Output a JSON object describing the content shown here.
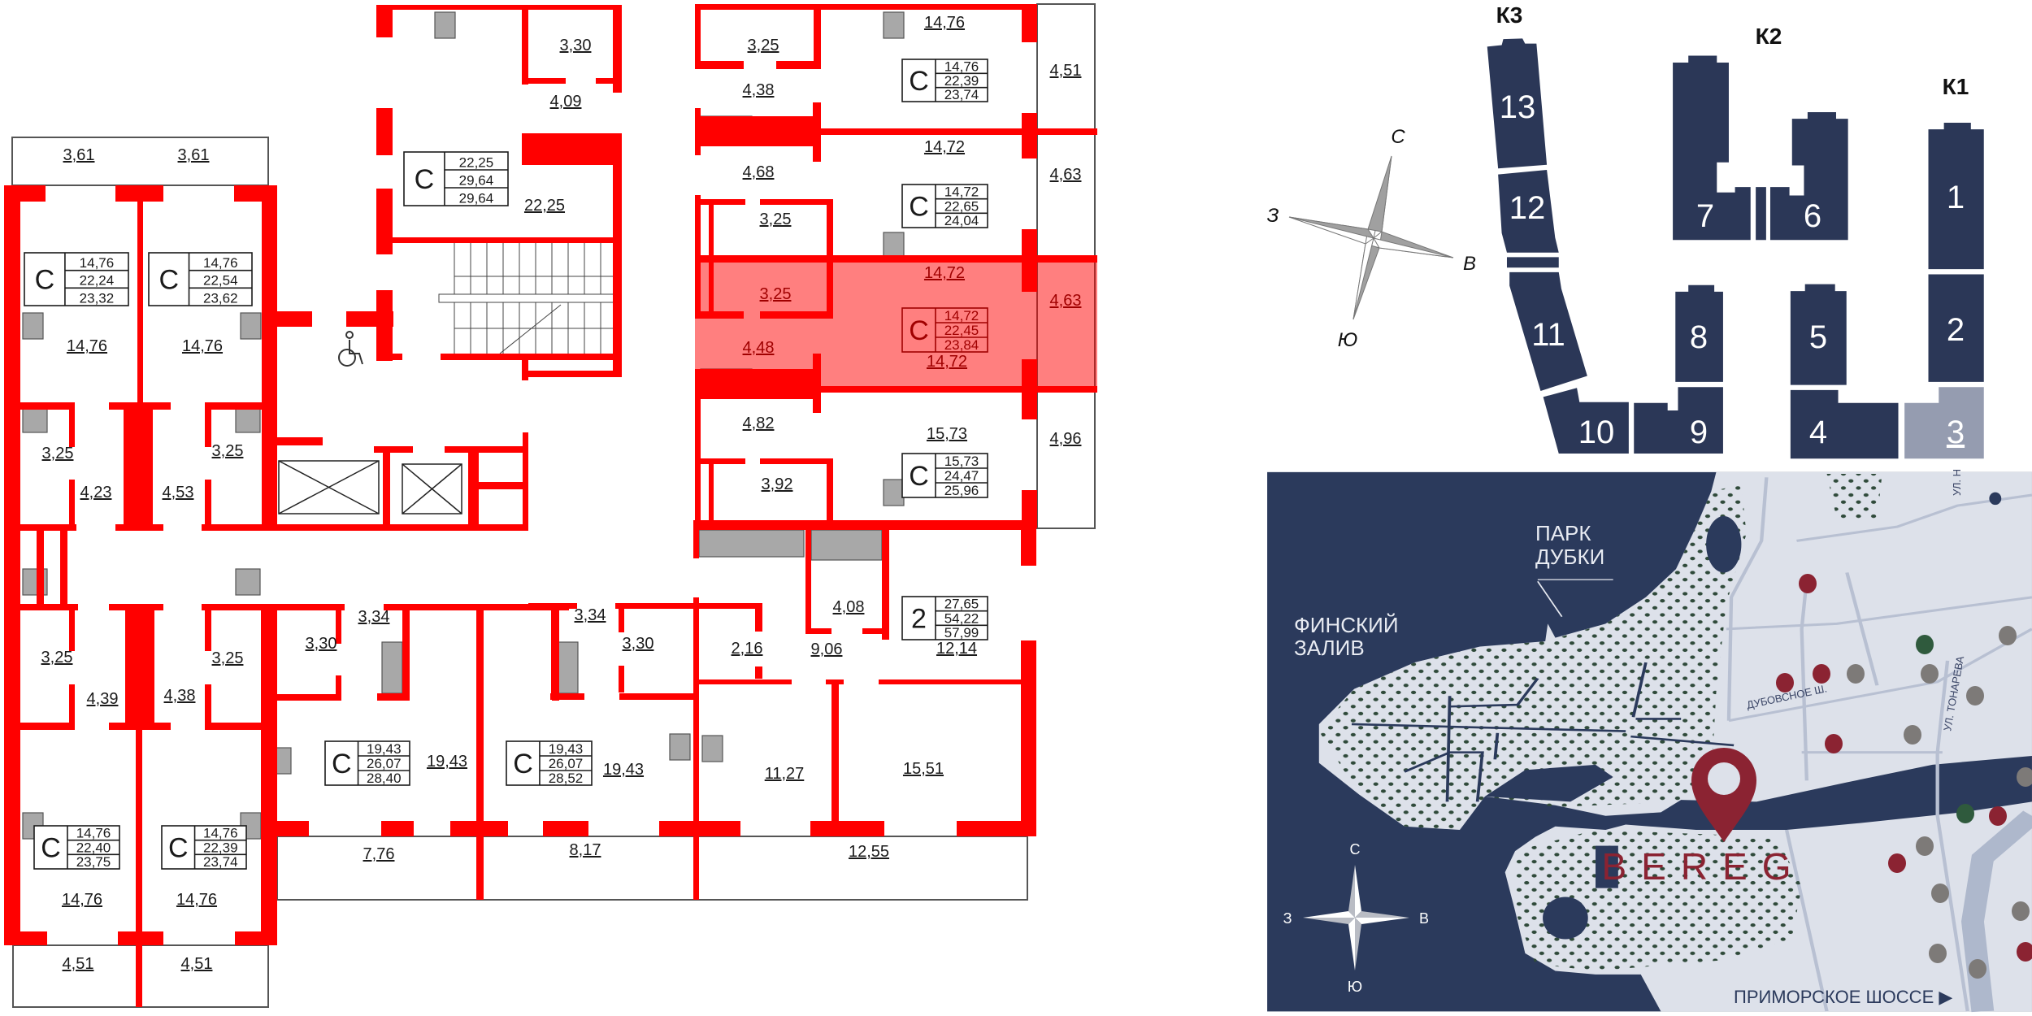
{
  "plan": {
    "rooms": [
      "3,61",
      "3,61",
      "14,76",
      "14,76",
      "3,25",
      "4,23",
      "4,53",
      "3,25",
      "3,25",
      "4,39",
      "4,38",
      "3,25",
      "14,76",
      "14,76",
      "4,51",
      "4,51",
      "3,30",
      "4,09",
      "22,25",
      "3,25",
      "14,76",
      "4,51",
      "4,38",
      "14,72",
      "4,68",
      "4,63",
      "3,25",
      "14,72",
      "3,25",
      "4,63",
      "4,48",
      "14,72",
      "4,82",
      "15,73",
      "4,96",
      "3,92",
      "3,34",
      "3,30",
      "19,43",
      "3,34",
      "3,30",
      "19,43",
      "2,16",
      "4,08",
      "9,06",
      "12,14",
      "11,27",
      "15,51",
      "7,76",
      "8,17",
      "12,55"
    ],
    "units": [
      {
        "type": "C",
        "values": [
          "14,76",
          "22,24",
          "23,32"
        ]
      },
      {
        "type": "C",
        "values": [
          "14,76",
          "22,54",
          "23,62"
        ]
      },
      {
        "type": "C",
        "values": [
          "22,25",
          "29,64",
          "29,64"
        ]
      },
      {
        "type": "C",
        "values": [
          "14,76",
          "22,39",
          "23,74"
        ]
      },
      {
        "type": "C",
        "values": [
          "14,72",
          "22,65",
          "24,04"
        ]
      },
      {
        "type": "C",
        "values": [
          "14,72",
          "22,45",
          "23,84"
        ]
      },
      {
        "type": "C",
        "values": [
          "15,73",
          "24,47",
          "25,96"
        ]
      },
      {
        "type": "C",
        "values": [
          "14,76",
          "22,40",
          "23,75"
        ]
      },
      {
        "type": "C",
        "values": [
          "14,76",
          "22,39",
          "23,74"
        ]
      },
      {
        "type": "C",
        "values": [
          "19,43",
          "26,07",
          "28,40"
        ]
      },
      {
        "type": "C",
        "values": [
          "19,43",
          "26,07",
          "28,52"
        ]
      },
      {
        "type": "2",
        "values": [
          "27,65",
          "54,22",
          "57,99"
        ]
      }
    ],
    "selected_unit_index": 5
  },
  "site_plan": {
    "sections": {
      "k3": "К3",
      "k2": "К2",
      "k1": "К1"
    },
    "buildings": {
      "b13": "13",
      "b12": "12",
      "b11": "11",
      "b10": "10",
      "b9": "9",
      "b8": "8",
      "b7": "7",
      "b6": "6",
      "b5": "5",
      "b4": "4",
      "b1": "1",
      "b2": "2",
      "b3": "3"
    },
    "selected_building": "3",
    "compass": {
      "n": "С",
      "w": "З",
      "e": "В",
      "s": "Ю"
    }
  },
  "map": {
    "park": [
      "ПАРК",
      "ДУБКИ"
    ],
    "gulf": [
      "ФИНСКИЙ",
      "ЗАЛИВ"
    ],
    "road_dubovskoe": "ДУБОВСНОЕ Ш.",
    "road_tonareva": "УЛ. ТОНАРЕВА",
    "road_top": "УЛ. Н",
    "highway": "ПРИМОРСКОЕ ШОССЕ ▶",
    "logo": "BEREG",
    "compass": {
      "n": "С",
      "w": "З",
      "e": "В",
      "s": "Ю"
    }
  },
  "colors": {
    "wall": "#ff0000",
    "selected_highlight": "#ff7b7b",
    "building": "#2b3757",
    "building_selected": "#959cb0",
    "sea": "#2b3a5c",
    "land": "#dde1ea",
    "pin": "#8b2332",
    "poi_red": "#8b2332",
    "poi_gray": "#7d7a78",
    "poi_green": "#2f5a3d"
  }
}
